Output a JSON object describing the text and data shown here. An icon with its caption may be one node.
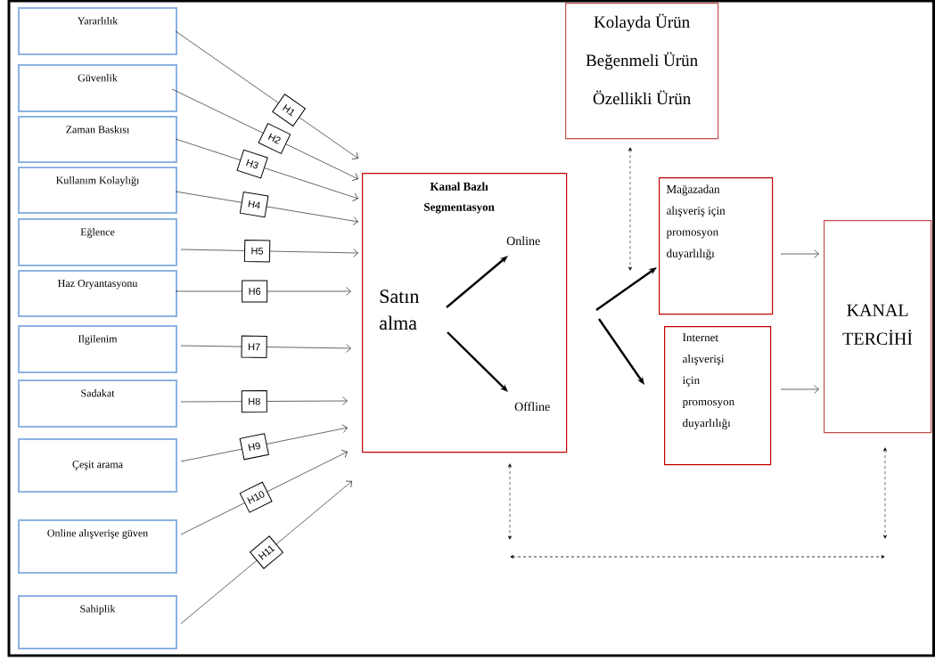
{
  "diagram": {
    "nodes": [
      {
        "text": [
          "Yararlılık"
        ]
      },
      {
        "text": [
          "Güvenlik"
        ]
      },
      {
        "text": [
          "Zaman Baskısı"
        ]
      },
      {
        "text": [
          "Kullanım Kolaylığı"
        ]
      },
      {
        "text": [
          "Eğlence"
        ]
      },
      {
        "text": [
          "Haz Oryantasyonu"
        ]
      },
      {
        "text": [
          "Ilgilenim"
        ]
      },
      {
        "text": [
          "Sadakat"
        ]
      },
      {
        "text": [
          "Çeşit arama"
        ]
      },
      {
        "text": [
          "Online alışverişe güven"
        ]
      },
      {
        "text": [
          "Sahiplik"
        ]
      },
      {
        "text": [
          "Kolayda Ürün",
          "Beğenmeli Ürün",
          "Özellikli Ürün"
        ]
      },
      {
        "text": [
          "Kanal Bazlı Segmentasyon"
        ]
      },
      {
        "text": [
          "Satın alma"
        ],
        "in": 12
      },
      {
        "text": [
          "Online"
        ],
        "in": 12
      },
      {
        "text": [
          "Offline"
        ],
        "in": 12
      },
      {
        "text": [
          "Mağazadan alışveriş için promosyon duyarlılığı"
        ]
      },
      {
        "text": [
          "Internet alışverişi için promosyon duyarlılığı"
        ]
      },
      {
        "text": [
          "KANAL TERCİHİ"
        ]
      }
    ],
    "edges": [
      {
        "from": 0,
        "to": 12,
        "arrow": "to",
        "label": "H1"
      },
      {
        "from": 1,
        "to": 12,
        "arrow": "to",
        "label": "H2"
      },
      {
        "from": 2,
        "to": 12,
        "arrow": "to",
        "label": "H3"
      },
      {
        "from": 3,
        "to": 12,
        "arrow": "to",
        "label": "H4"
      },
      {
        "from": 4,
        "to": 12,
        "arrow": "to",
        "label": "H5"
      },
      {
        "from": 5,
        "to": 12,
        "arrow": "to",
        "label": "H6"
      },
      {
        "from": 6,
        "to": 12,
        "arrow": "to",
        "label": "H7"
      },
      {
        "from": 7,
        "to": 12,
        "arrow": "to",
        "label": "H8"
      },
      {
        "from": 8,
        "to": 12,
        "arrow": "to",
        "label": "H9"
      },
      {
        "from": 9,
        "to": 12,
        "arrow": "to",
        "label": "H10"
      },
      {
        "from": 10,
        "to": 12,
        "arrow": "to",
        "label": "H11"
      },
      {
        "from": 13,
        "to": 14,
        "arrow": "to",
        "style": "thick"
      },
      {
        "from": 13,
        "to": 15,
        "arrow": "to",
        "style": "thick"
      },
      {
        "from": 12,
        "to": 16,
        "arrow": "to",
        "style": "thick"
      },
      {
        "from": 12,
        "to": 17,
        "arrow": "to",
        "style": "thick"
      },
      {
        "from": 16,
        "to": 18,
        "arrow": "to"
      },
      {
        "from": 17,
        "to": 18,
        "arrow": "to"
      },
      {
        "from": 11,
        "to": null,
        "arrow": "both",
        "style": "dashed"
      },
      {
        "from": 12,
        "to": null,
        "arrow": "both",
        "style": "dashed"
      },
      {
        "from": 18,
        "to": null,
        "arrow": "both",
        "style": "dashed"
      }
    ]
  }
}
